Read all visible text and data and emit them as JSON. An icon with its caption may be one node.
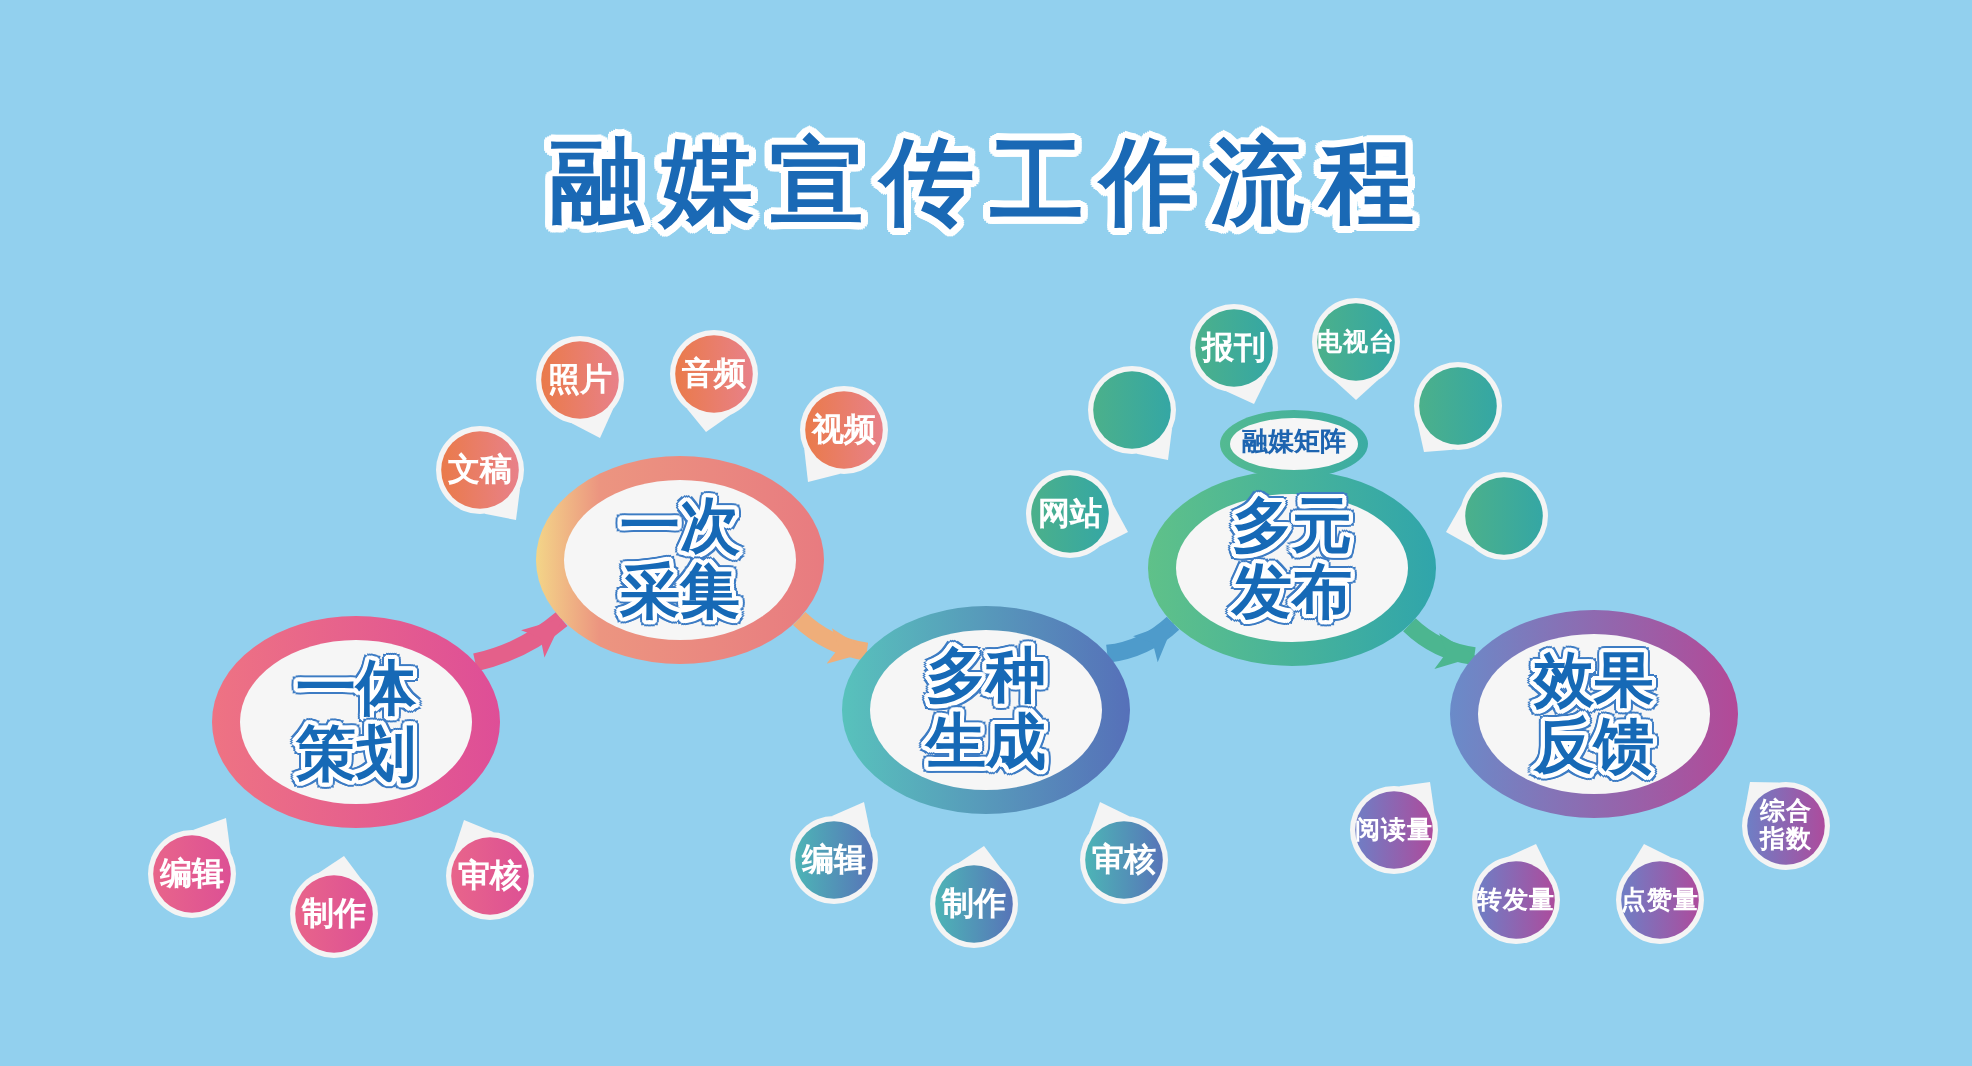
{
  "diagram": {
    "title": "融媒宣传工作流程",
    "nodes": [
      {
        "text": [
          "一体策划"
        ]
      },
      {
        "text": [
          "一次采集"
        ]
      },
      {
        "text": [
          "多种生成"
        ]
      },
      {
        "text": [
          "融媒矩阵",
          "多元发布"
        ]
      },
      {
        "text": [
          "效果反馈"
        ]
      },
      {
        "text": [
          "编辑"
        ]
      },
      {
        "text": [
          "制作"
        ]
      },
      {
        "text": [
          "审核"
        ]
      },
      {
        "text": [
          "文稿"
        ]
      },
      {
        "text": [
          "照片"
        ]
      },
      {
        "text": [
          "音频"
        ]
      },
      {
        "text": [
          "视频"
        ]
      },
      {
        "text": [
          "编辑"
        ]
      },
      {
        "text": [
          "制作"
        ]
      },
      {
        "text": [
          "审核"
        ]
      },
      {
        "text": [
          "网站"
        ]
      },
      {
        "text": [],
        "shape": "circle"
      },
      {
        "text": [
          "报刊"
        ]
      },
      {
        "text": [
          "电视台"
        ]
      },
      {
        "text": [],
        "shape": "circle"
      },
      {
        "text": [],
        "shape": "circle"
      },
      {
        "text": [
          "阅读量"
        ]
      },
      {
        "text": [
          "转发量"
        ]
      },
      {
        "text": [
          "点赞量"
        ]
      },
      {
        "text": [
          "综合指数"
        ]
      }
    ],
    "edges": [
      {
        "from": 0,
        "to": 1,
        "arrow": "to",
        "color": "#e4608a"
      },
      {
        "from": 1,
        "to": 2,
        "arrow": "to",
        "color": "#efae7a"
      },
      {
        "from": 2,
        "to": 3,
        "arrow": "to",
        "color": "#4e9bcb"
      },
      {
        "from": 3,
        "to": 4,
        "arrow": "to",
        "color": "#4cb690"
      }
    ]
  }
}
